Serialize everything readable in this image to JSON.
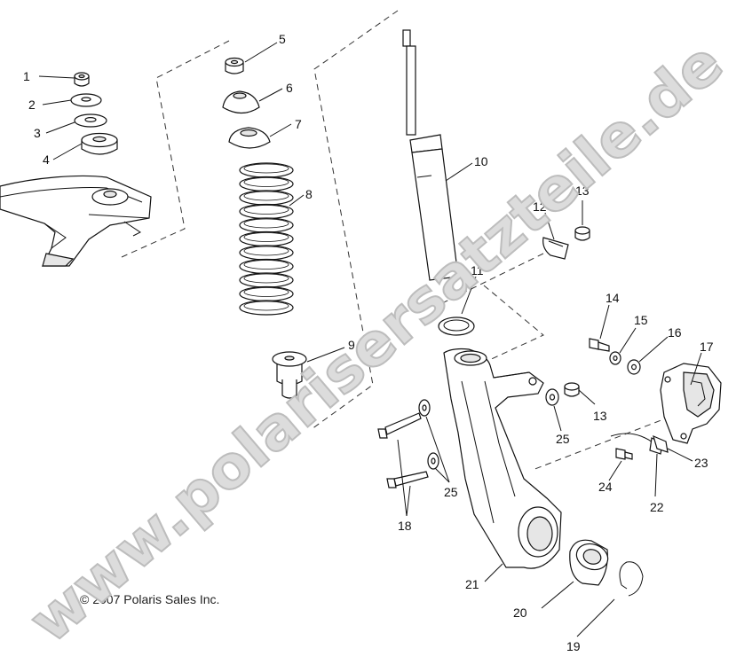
{
  "watermark": "www.polarisersatzteile.de",
  "copyright": "© 2007 Polaris Sales Inc.",
  "callouts": [
    {
      "id": "c1",
      "label": "1"
    },
    {
      "id": "c2",
      "label": "2"
    },
    {
      "id": "c3",
      "label": "3"
    },
    {
      "id": "c4",
      "label": "4"
    },
    {
      "id": "c5",
      "label": "5"
    },
    {
      "id": "c6",
      "label": "6"
    },
    {
      "id": "c7",
      "label": "7"
    },
    {
      "id": "c8",
      "label": "8"
    },
    {
      "id": "c9",
      "label": "9"
    },
    {
      "id": "c10",
      "label": "10"
    },
    {
      "id": "c11",
      "label": "11"
    },
    {
      "id": "c12",
      "label": "12"
    },
    {
      "id": "c13a",
      "label": "13"
    },
    {
      "id": "c13b",
      "label": "13"
    },
    {
      "id": "c14",
      "label": "14"
    },
    {
      "id": "c15",
      "label": "15"
    },
    {
      "id": "c16",
      "label": "16"
    },
    {
      "id": "c17",
      "label": "17"
    },
    {
      "id": "c18",
      "label": "18"
    },
    {
      "id": "c19",
      "label": "19"
    },
    {
      "id": "c20",
      "label": "20"
    },
    {
      "id": "c21",
      "label": "21"
    },
    {
      "id": "c22",
      "label": "22"
    },
    {
      "id": "c23",
      "label": "23"
    },
    {
      "id": "c24",
      "label": "24"
    },
    {
      "id": "c25a",
      "label": "25"
    },
    {
      "id": "c25b",
      "label": "25"
    }
  ]
}
